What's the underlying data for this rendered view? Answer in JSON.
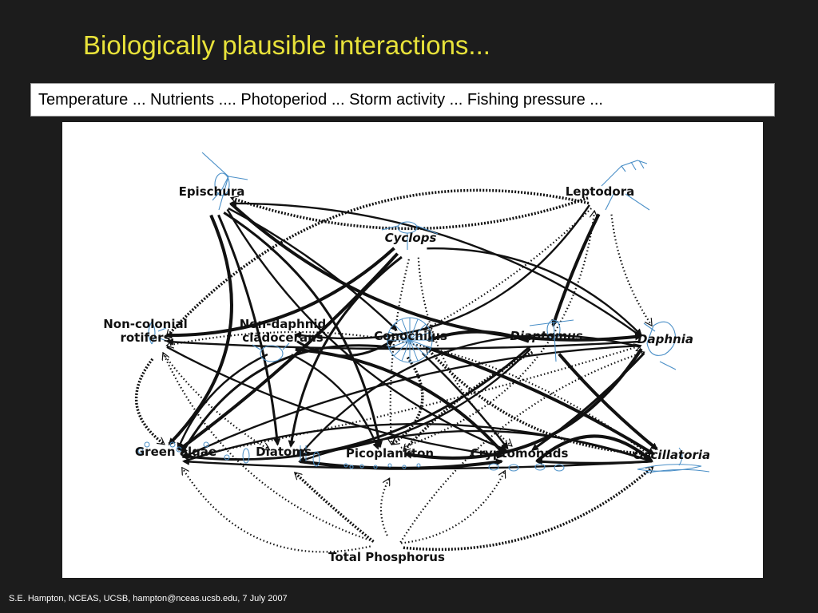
{
  "slide": {
    "title": "Biologically plausible interactions...",
    "factors": "Temperature ... Nutrients .... Photoperiod ... Storm activity ... Fishing pressure ...",
    "footer": "S.E. Hampton, NCEAS, UCSB, hampton@nceas.ucsb.edu, 7 July 2007"
  },
  "diagram": {
    "nodes": [
      {
        "id": "epischura",
        "label": "Epischura",
        "italic": false
      },
      {
        "id": "leptodora",
        "label": "Leptodora",
        "italic": false
      },
      {
        "id": "cyclops",
        "label": "Cyclops",
        "italic": true
      },
      {
        "id": "noncolonial",
        "label": "Non-colonial",
        "label2": "rotifers",
        "italic": false
      },
      {
        "id": "nondaphnid",
        "label": "Non-daphnid",
        "label2": "cladocerans",
        "italic": false
      },
      {
        "id": "conochilus",
        "label": "Conochilus",
        "italic": false
      },
      {
        "id": "diaptomus",
        "label": "Diaptomus",
        "italic": true
      },
      {
        "id": "daphnia",
        "label": "Daphnia",
        "italic": true
      },
      {
        "id": "greenalgae",
        "label": "Green algae",
        "italic": false
      },
      {
        "id": "diatoms",
        "label": "Diatoms",
        "italic": false
      },
      {
        "id": "picoplankton",
        "label": "Picoplankton",
        "italic": false
      },
      {
        "id": "cryptomonads",
        "label": "Cryptomonads",
        "italic": false
      },
      {
        "id": "oscillatoria",
        "label": "Oscillatoria",
        "italic": true
      },
      {
        "id": "totalphos",
        "label": "Total Phosphorus",
        "italic": false
      }
    ],
    "edges": [
      {
        "from": "epischura",
        "to": "greenalgae",
        "style": "solid"
      },
      {
        "from": "epischura",
        "to": "diatoms",
        "style": "solid"
      },
      {
        "from": "epischura",
        "to": "conochilus",
        "style": "solid"
      },
      {
        "from": "epischura",
        "to": "cryptomonads",
        "style": "solid"
      },
      {
        "from": "epischura",
        "to": "daphnia",
        "style": "solid"
      },
      {
        "from": "epischura",
        "to": "picoplankton",
        "style": "solid"
      },
      {
        "from": "leptodora",
        "to": "epischura",
        "style": "dotted"
      },
      {
        "from": "leptodora",
        "to": "daphnia",
        "style": "dotted"
      },
      {
        "from": "leptodora",
        "to": "diaptomus",
        "style": "solid"
      },
      {
        "from": "leptodora",
        "to": "noncolonial",
        "style": "dotted"
      },
      {
        "from": "leptodora",
        "to": "nondaphnid",
        "style": "solid"
      },
      {
        "from": "leptodora",
        "to": "conochilus",
        "style": "dotted"
      },
      {
        "from": "cyclops",
        "to": "greenalgae",
        "style": "solid"
      },
      {
        "from": "cyclops",
        "to": "diatoms",
        "style": "solid"
      },
      {
        "from": "cyclops",
        "to": "cryptomonads",
        "style": "dotted"
      },
      {
        "from": "cyclops",
        "to": "daphnia",
        "style": "solid"
      },
      {
        "from": "cyclops",
        "to": "noncolonial",
        "style": "solid"
      },
      {
        "from": "cyclops",
        "to": "picoplankton",
        "style": "dotted"
      },
      {
        "from": "daphnia",
        "to": "greenalgae",
        "style": "solid"
      },
      {
        "from": "daphnia",
        "to": "diatoms",
        "style": "solid"
      },
      {
        "from": "daphnia",
        "to": "picoplankton",
        "style": "solid"
      },
      {
        "from": "daphnia",
        "to": "cryptomonads",
        "style": "solid"
      },
      {
        "from": "daphnia",
        "to": "noncolonial",
        "style": "solid"
      },
      {
        "from": "daphnia",
        "to": "epischura",
        "style": "solid"
      },
      {
        "from": "diaptomus",
        "to": "conochilus",
        "style": "solid"
      },
      {
        "from": "diaptomus",
        "to": "greenalgae",
        "style": "solid"
      },
      {
        "from": "diaptomus",
        "to": "diatoms",
        "style": "solid"
      },
      {
        "from": "diaptomus",
        "to": "picoplankton",
        "style": "dotted"
      },
      {
        "from": "diaptomus",
        "to": "oscillatoria",
        "style": "solid"
      },
      {
        "from": "conochilus",
        "to": "greenalgae",
        "style": "solid"
      },
      {
        "from": "conochilus",
        "to": "picoplankton",
        "style": "dotted"
      },
      {
        "from": "conochilus",
        "to": "cryptomonads",
        "style": "solid"
      },
      {
        "from": "conochilus",
        "to": "oscillatoria",
        "style": "solid"
      },
      {
        "from": "nondaphnid",
        "to": "conochilus",
        "style": "solid"
      },
      {
        "from": "nondaphnid",
        "to": "greenalgae",
        "style": "solid"
      },
      {
        "from": "nondaphnid",
        "to": "picoplankton",
        "style": "solid"
      },
      {
        "from": "nondaphnid",
        "to": "cryptomonads",
        "style": "solid"
      },
      {
        "from": "noncolonial",
        "to": "diatoms",
        "style": "dotted"
      },
      {
        "from": "noncolonial",
        "to": "cryptomonads",
        "style": "solid"
      },
      {
        "from": "noncolonial",
        "to": "greenalgae",
        "style": "dotted"
      },
      {
        "from": "cryptomonads",
        "to": "oscillatoria",
        "style": "solid"
      },
      {
        "from": "oscillatoria",
        "to": "cryptomonads",
        "style": "solid"
      },
      {
        "from": "oscillatoria",
        "to": "greenalgae",
        "style": "solid"
      },
      {
        "from": "oscillatoria",
        "to": "diatoms",
        "style": "solid"
      },
      {
        "from": "oscillatoria",
        "to": "noncolonial",
        "style": "dotted"
      },
      {
        "from": "oscillatoria",
        "to": "conochilus",
        "style": "dotted"
      },
      {
        "from": "greenalgae",
        "to": "oscillatoria",
        "style": "solid"
      },
      {
        "from": "greenalgae",
        "to": "daphnia",
        "style": "dotted"
      },
      {
        "from": "diatoms",
        "to": "cryptomonads",
        "style": "solid"
      },
      {
        "from": "picoplankton",
        "to": "leptodora",
        "style": "dotted"
      },
      {
        "from": "totalphos",
        "to": "greenalgae",
        "style": "dotted"
      },
      {
        "from": "totalphos",
        "to": "diatoms",
        "style": "dotted"
      },
      {
        "from": "totalphos",
        "to": "picoplankton",
        "style": "dotted"
      },
      {
        "from": "totalphos",
        "to": "cryptomonads",
        "style": "dotted"
      },
      {
        "from": "totalphos",
        "to": "oscillatoria",
        "style": "dotted"
      },
      {
        "from": "totalphos",
        "to": "noncolonial",
        "style": "dotted"
      },
      {
        "from": "totalphos",
        "to": "daphnia",
        "style": "dotted"
      }
    ]
  }
}
